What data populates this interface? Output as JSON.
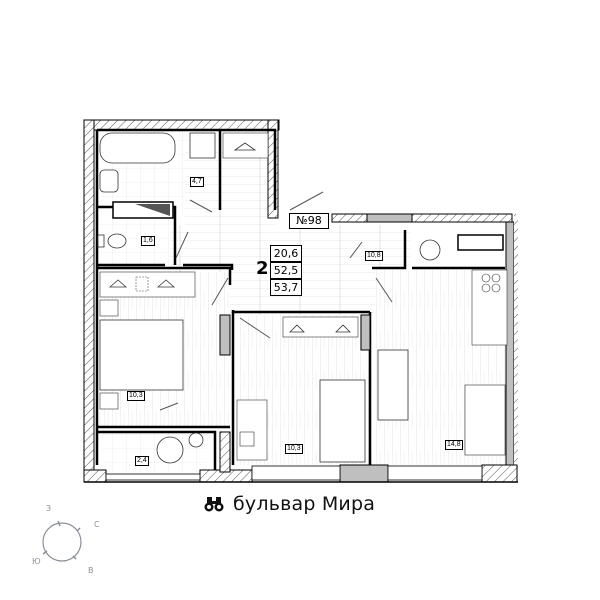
{
  "plan": {
    "apartment_number": "№98",
    "rooms_count": "2",
    "areas": {
      "living": "20,6",
      "total": "52,5",
      "total_with_balcony": "53,7"
    },
    "rooms": [
      {
        "name": "bathroom",
        "area": "4,7"
      },
      {
        "name": "toilet",
        "area": "1,6"
      },
      {
        "name": "hallway",
        "area": "10,8"
      },
      {
        "name": "bedroom-left",
        "area": "10,3"
      },
      {
        "name": "bedroom-center",
        "area": "10,3"
      },
      {
        "name": "kitchen-living",
        "area": "14,8"
      },
      {
        "name": "balcony",
        "area": "2,4"
      }
    ]
  },
  "street": {
    "label": "бульвар Мира",
    "icon": "binoculars-icon"
  },
  "compass": {
    "north": "С",
    "east": "В",
    "south": "Ю",
    "west": "З"
  },
  "colors": {
    "wall": "#000000",
    "hatch": "#555555",
    "shaded_wall": "#bfbfbf",
    "floor_line": "#c8c8c8",
    "compass": "#8a9099"
  }
}
